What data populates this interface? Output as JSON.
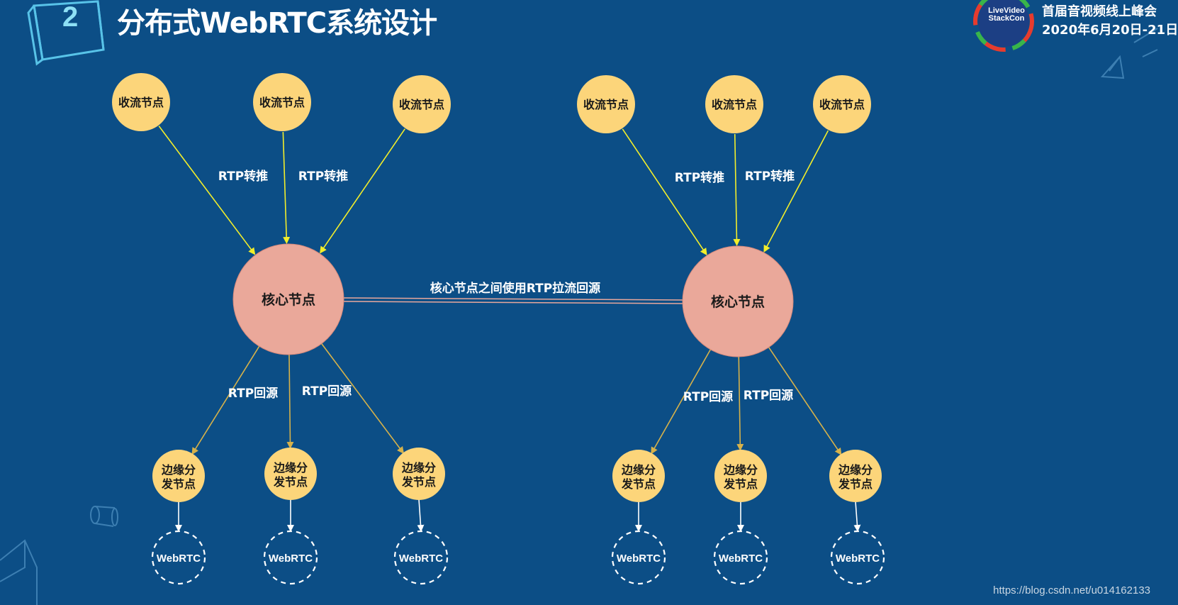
{
  "slide": {
    "number": "2",
    "title": "分布式WebRTC系统设计",
    "conference": {
      "logo_line1": "LiveVideo",
      "logo_line2": "StackCon",
      "line1": "首届音视频线上峰会",
      "line2": "2020年6月20日-21日"
    },
    "watermark": "https://blog.csdn.net/u014162133"
  },
  "diagram": {
    "node_types": {
      "ingest": "收流节点",
      "core": "核心节点",
      "edge_line1": "边缘分",
      "edge_line2": "发节点",
      "client": "WebRTC"
    },
    "labels": {
      "rtp_forward": "RTP转推",
      "rtp_origin": "RTP回源",
      "core_link": "核心节点之间使用RTP拉流回源"
    },
    "colors": {
      "background": "#0c4e86",
      "ingest_node": "#fcd57a",
      "core_node": "#eaa89a",
      "edge_node": "#fcd57a",
      "ingest_arrow": "#f3ee2a",
      "origin_arrow": "#d7b24a",
      "client_arrow": "#ffffff"
    },
    "icons": [
      "cube-outline-icon",
      "cylinder-outline-icon",
      "pyramid-outline-icon",
      "number-badge-icon",
      "conference-logo-icon"
    ]
  }
}
